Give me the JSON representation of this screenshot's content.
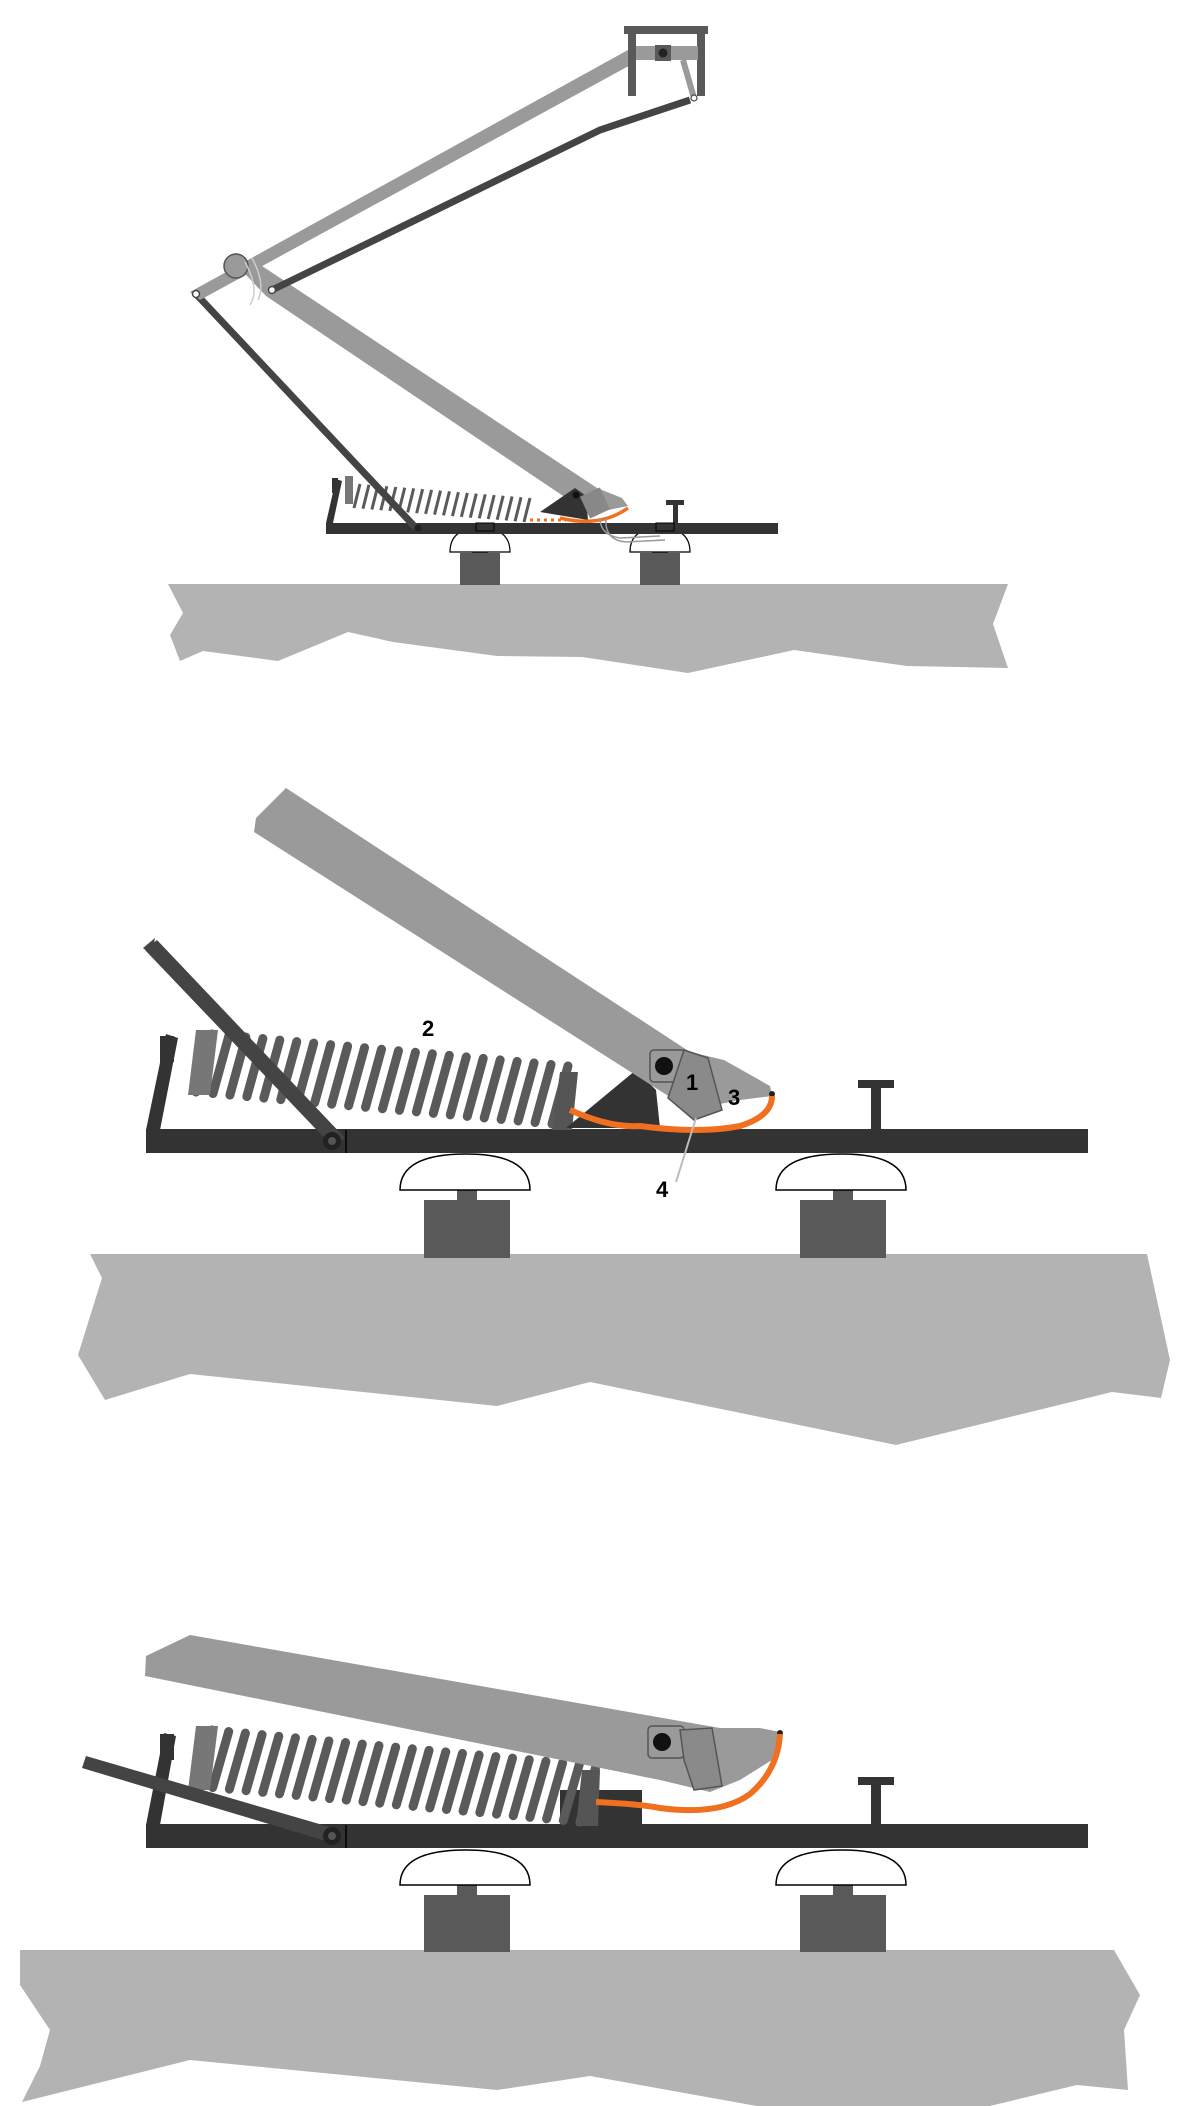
{
  "labels": {
    "one": "1",
    "two": "2",
    "three": "3",
    "four": "4"
  },
  "colors": {
    "arm": "#9a9a9a",
    "frame": "#333333",
    "base_block": "#595959",
    "ground": "#b3b3b3",
    "spring": "#5a5a5a",
    "cable": "#f07020",
    "white": "#ffffff"
  }
}
